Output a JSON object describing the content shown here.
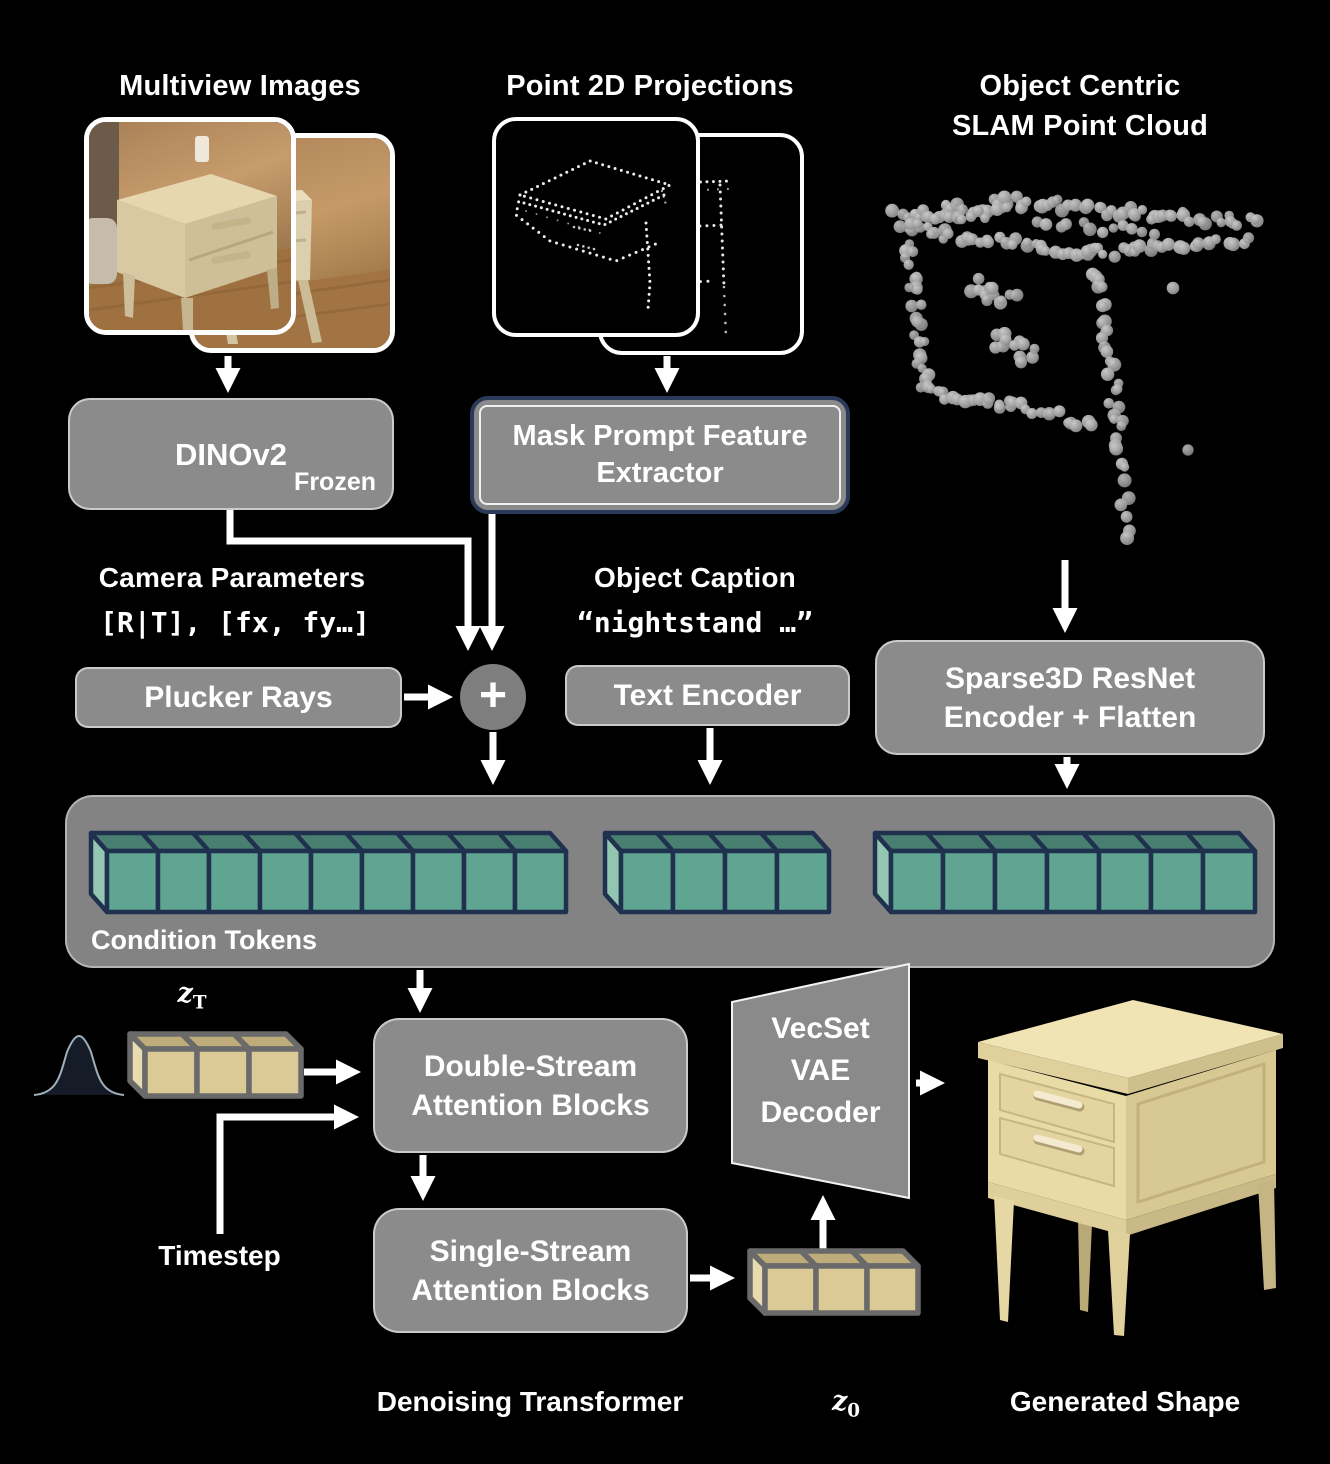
{
  "title_row": {
    "multiview": "Multiview Images",
    "projections": "Point 2D Projections",
    "slam_line1": "Object Centric",
    "slam_line2": "SLAM Point Cloud"
  },
  "encoders": {
    "dinov2": {
      "label": "DINOv2",
      "tag": "Frozen"
    },
    "mask_prompt": {
      "line1": "Mask Prompt Feature",
      "line2": "Extractor"
    },
    "camera": {
      "title": "Camera Parameters",
      "code": "[R|T], [fx, fy…]"
    },
    "plucker": {
      "label": "Plucker Rays"
    },
    "plus_symbol": "+",
    "caption": {
      "title": "Object Caption",
      "code": "“nightstand …”"
    },
    "text_encoder": {
      "label": "Text Encoder"
    },
    "sparse3d": {
      "line1": "Sparse3D ResNet",
      "line2": "Encoder + Flatten"
    }
  },
  "condition_tokens": {
    "label": "Condition Tokens",
    "groups": [
      9,
      4,
      7
    ]
  },
  "denoiser": {
    "z_t": {
      "base": "z",
      "sub": "T",
      "cubes": 3
    },
    "timestep": "Timestep",
    "double_stream": {
      "line1": "Double-Stream",
      "line2": "Attention Blocks"
    },
    "single_stream": {
      "line1": "Single-Stream",
      "line2": "Attention Blocks"
    },
    "caption": "Denoising Transformer"
  },
  "decoder": {
    "vecset": {
      "line1": "VecSet",
      "line2": "VAE",
      "line3": "Decoder"
    },
    "z_0": {
      "base": "z",
      "sub": "0",
      "cubes": 3
    },
    "output_caption": "Generated Shape"
  },
  "colors": {
    "background": "#000000",
    "box_gray": "#8b8b8b",
    "bar_gray": "#838383",
    "navy_outline": "#2c3a5a",
    "token_front": "#5fa591",
    "token_top": "#497f70",
    "token_side": "#93c6b1",
    "token_stroke": "#20304f",
    "latent_front": "#dcca96",
    "latent_top": "#beac7b",
    "latent_side": "#e8dbb0",
    "latent_stroke": "#6a6a6a",
    "point_cloud": "#a9a9a9"
  }
}
